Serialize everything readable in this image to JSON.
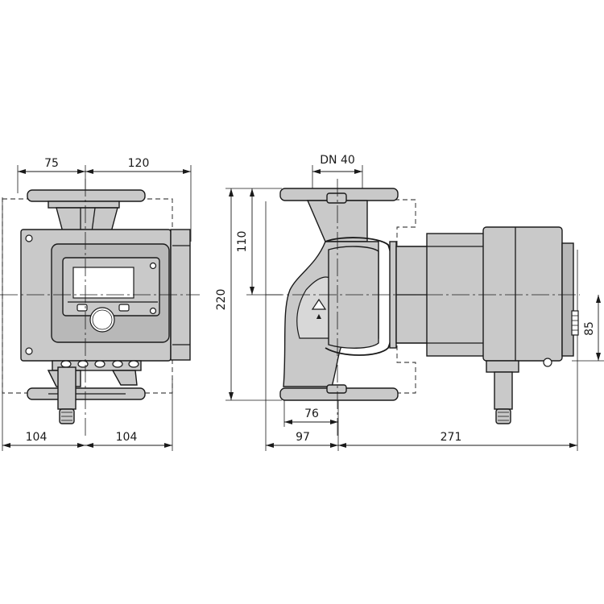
{
  "dimensions": {
    "front_top_left": "75",
    "front_top_right": "120",
    "front_bottom_left": "104",
    "front_bottom_right": "104",
    "side_nominal_diameter": "DN 40",
    "side_height_total": "220",
    "side_height_upper": "110",
    "side_port_offset": "76",
    "side_bottom_left": "97",
    "side_bottom_right": "271",
    "motor_axis_offset": "85"
  },
  "colors": {
    "body_fill": "#c9c9c9",
    "line": "#1a1a1a",
    "background": "#ffffff"
  }
}
